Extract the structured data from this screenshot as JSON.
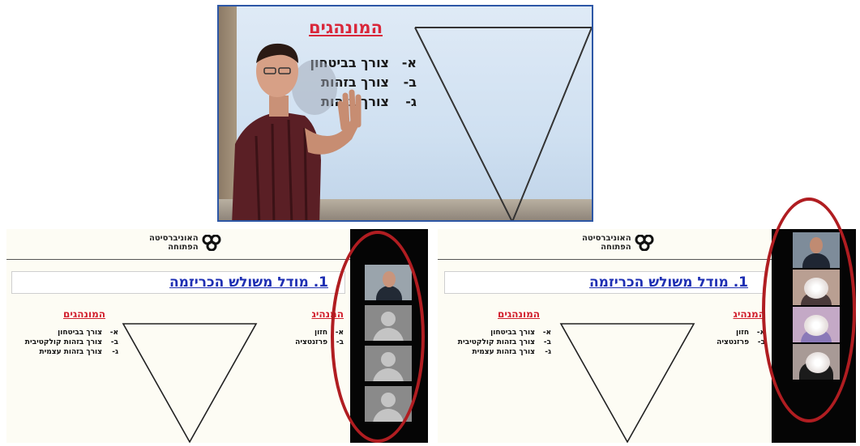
{
  "top_video": {
    "title": "המונהגים",
    "items": [
      {
        "marker": "א-",
        "text": "צורך בביטחון"
      },
      {
        "marker": "ב-",
        "text": "צורך בזהות"
      },
      {
        "marker": "ג-",
        "text": "צורך בזהות"
      }
    ]
  },
  "slide": {
    "logo_line1": "האוניברסיטה",
    "logo_line2": "הפתוחה",
    "title": "1. מודל משולש הכריזמה",
    "leader_heading": "המנהיג",
    "leader_items": [
      {
        "marker": "א-",
        "text": "חזון"
      },
      {
        "marker": "ב-",
        "text": "פרזנטציה"
      }
    ],
    "followers_heading": "המונהגים",
    "followers_items": [
      {
        "marker": "א-",
        "text": "צורך בביטחון"
      },
      {
        "marker": "ב-",
        "text": "צורך בזהות קולקטיבית"
      },
      {
        "marker": "ג-",
        "text": "צורך בזהות עצמית"
      }
    ]
  },
  "colors": {
    "highlight_ring": "#b01d21",
    "slide_title": "#1e2fb3",
    "slide_heading": "#d11e2c",
    "frame_border": "#2d57a6"
  },
  "left_sidebar": {
    "tiles": [
      {
        "type": "camera",
        "name": "presenter-video-tile"
      },
      {
        "type": "placeholder",
        "name": "participant-avatar-placeholder"
      },
      {
        "type": "placeholder",
        "name": "participant-avatar-placeholder"
      },
      {
        "type": "placeholder",
        "name": "participant-avatar-placeholder"
      }
    ]
  },
  "right_sidebar": {
    "tiles": [
      {
        "type": "camera",
        "name": "presenter-video-tile"
      },
      {
        "type": "camera-blurred",
        "name": "participant-video-tile"
      },
      {
        "type": "camera-blurred",
        "name": "participant-video-tile"
      },
      {
        "type": "camera-blurred",
        "name": "participant-video-tile"
      }
    ]
  },
  "icons": [
    "open-university-logo-icon",
    "avatar-placeholder-icon"
  ]
}
